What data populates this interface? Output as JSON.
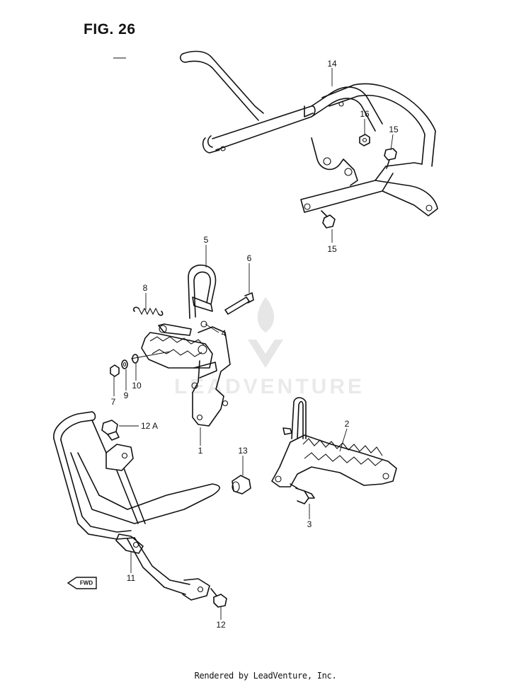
{
  "title": "FIG. 26",
  "footer": "Rendered by LeadVenture, Inc.",
  "watermark": "LEADVENTURE",
  "fwd_label": "FWD",
  "callouts": {
    "c1": "1",
    "c2": "2",
    "c3": "3",
    "c4": "4",
    "c5": "5",
    "c6": "6",
    "c7": "7",
    "c8": "8",
    "c9": "9",
    "c10": "10",
    "c11": "11",
    "c12": "12",
    "c12a": "12 A",
    "c13": "13",
    "c14": "14",
    "c15a": "15",
    "c15b": "15",
    "c16": "16"
  }
}
